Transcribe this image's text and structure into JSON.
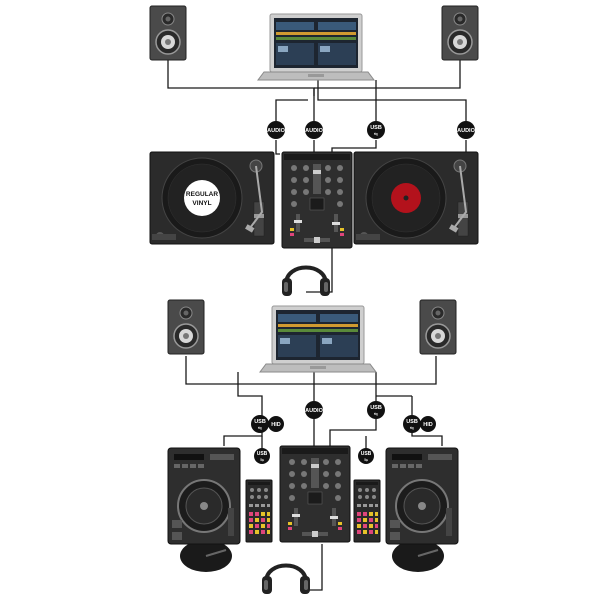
{
  "labels": {
    "audio": "AUDIO",
    "usb": "USB",
    "hid": "HID",
    "vinyl_line1": "REGULAR",
    "vinyl_line2": "VINYL"
  },
  "colors": {
    "device_dark": "#2b2b2b",
    "device_mid": "#3d3d3d",
    "cable": "#1a1a1a",
    "speaker_body": "#4a4a4a",
    "label_badge": "#111111",
    "record_red": "#b3121c",
    "pad_pink": "#e0457b",
    "pad_yellow": "#e6c229"
  },
  "icons": [
    "speaker-icon",
    "laptop-icon",
    "turntable-icon",
    "mixer-icon",
    "headphones-icon",
    "cd-player-icon",
    "controller-icon",
    "usb-icon"
  ]
}
